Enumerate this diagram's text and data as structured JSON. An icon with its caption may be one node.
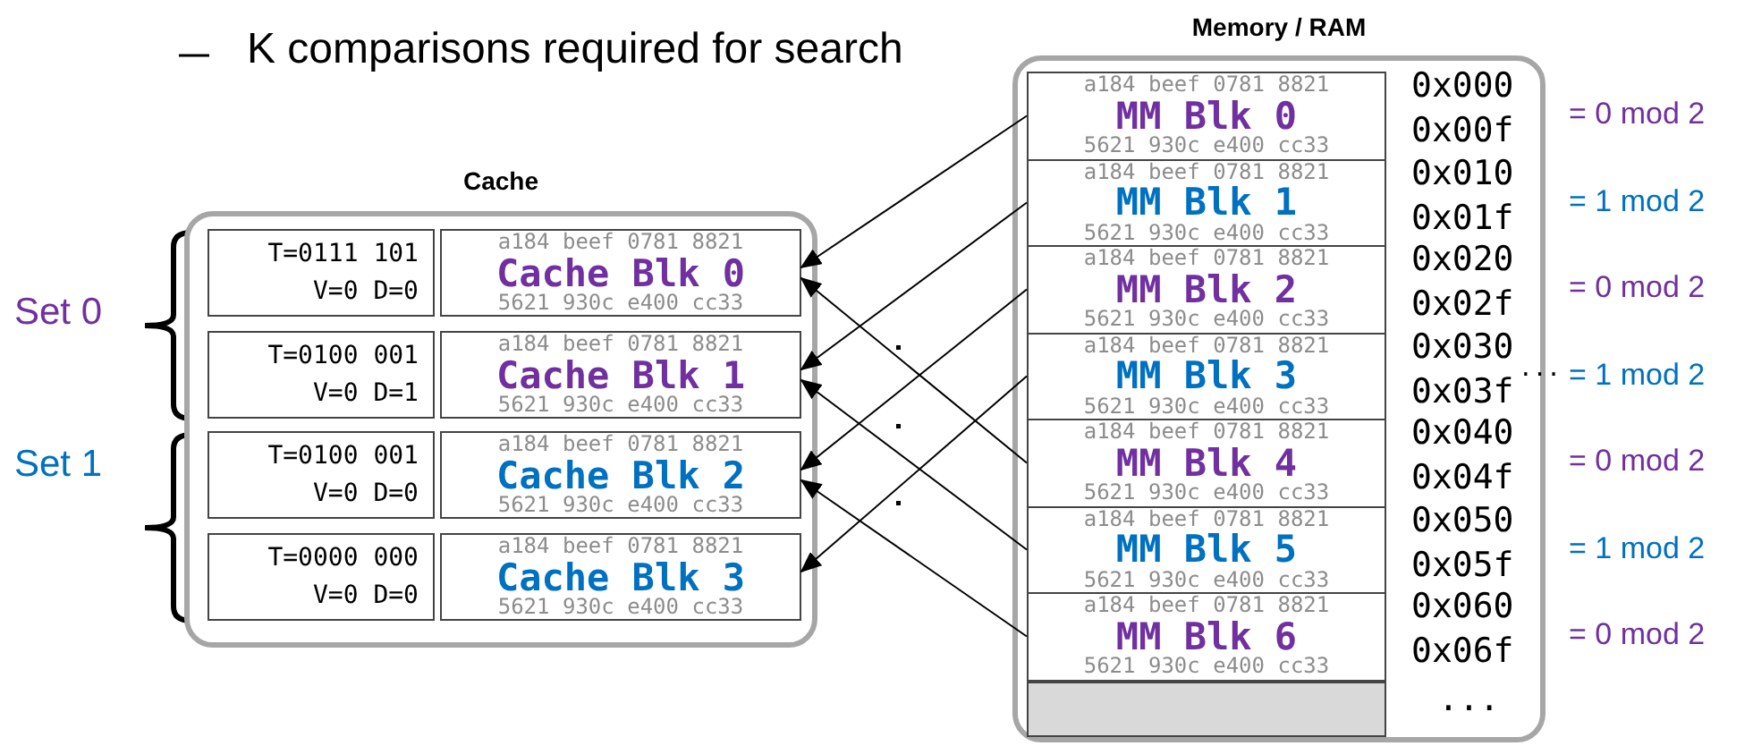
{
  "diagram": {
    "nodes": [
      {
        "text": [
          "Cache"
        ]
      },
      {
        "text": [
          "T=0111 101",
          "V=0 D=0"
        ],
        "in": 0
      },
      {
        "text": [
          "a184 beef 0781 8821",
          "Cache Blk 0",
          "5621 930c e400 cc33"
        ],
        "in": 0
      },
      {
        "text": [
          "T=0100 001",
          "V=0 D=1"
        ],
        "in": 0
      },
      {
        "text": [
          "a184 beef 0781 8821",
          "Cache Blk 1",
          "5621 930c e400 cc33"
        ],
        "in": 0
      },
      {
        "text": [
          "T=0100 001",
          "V=0 D=0"
        ],
        "in": 0
      },
      {
        "text": [
          "a184 beef 0781 8821",
          "Cache Blk 2",
          "5621 930c e400 cc33"
        ],
        "in": 0
      },
      {
        "text": [
          "T=0000 000",
          "V=0 D=0"
        ],
        "in": 0
      },
      {
        "text": [
          "a184 beef 0781 8821",
          "Cache Blk 3",
          "5621 930c e400 cc33"
        ],
        "in": 0
      },
      {
        "text": [
          "Memory / RAM"
        ]
      },
      {
        "text": [
          "a184 beef 0781 8821",
          "MM Blk 0",
          "5621 930c e400 cc33"
        ],
        "in": 9,
        "beside": [
          "0x000",
          "0x00f",
          "= 0 mod 2"
        ]
      },
      {
        "text": [
          "a184 beef 0781 8821",
          "MM Blk 1",
          "5621 930c e400 cc33"
        ],
        "in": 9,
        "beside": [
          "0x010",
          "0x01f",
          "= 1 mod 2"
        ]
      },
      {
        "text": [
          "a184 beef 0781 8821",
          "MM Blk 2",
          "5621 930c e400 cc33"
        ],
        "in": 9,
        "beside": [
          "0x020",
          "0x02f",
          "= 0 mod 2"
        ]
      },
      {
        "text": [
          "a184 beef 0781 8821",
          "MM Blk 3",
          "5621 930c e400 cc33"
        ],
        "in": 9,
        "beside": [
          "0x030",
          "0x03f",
          "= 1 mod 2"
        ]
      },
      {
        "text": [
          "a184 beef 0781 8821",
          "MM Blk 4",
          "5621 930c e400 cc33"
        ],
        "in": 9,
        "beside": [
          "0x040",
          "0x04f",
          "= 0 mod 2"
        ]
      },
      {
        "text": [
          "a184 beef 0781 8821",
          "MM Blk 5",
          "5621 930c e400 cc33"
        ],
        "in": 9,
        "beside": [
          "0x050",
          "0x05f",
          "= 1 mod 2"
        ]
      },
      {
        "text": [
          "a184 beef 0781 8821",
          "MM Blk 6",
          "5621 930c e400 cc33"
        ],
        "in": 9,
        "beside": [
          "0x060",
          "0x06f",
          "= 0 mod 2"
        ]
      },
      {
        "text": [],
        "shape": "box",
        "in": 9
      }
    ],
    "edges": [
      {
        "from": 10,
        "to": 2,
        "arrow": "to"
      },
      {
        "from": 11,
        "to": 4,
        "arrow": "to"
      },
      {
        "from": 12,
        "to": 6,
        "arrow": "to"
      },
      {
        "from": 13,
        "to": 8,
        "arrow": "to"
      },
      {
        "from": 14,
        "to": 2,
        "arrow": "to"
      },
      {
        "from": 15,
        "to": 4,
        "arrow": "to"
      },
      {
        "from": 16,
        "to": 6,
        "arrow": "to"
      }
    ],
    "labels": [
      "K comparisons required for search",
      "Set 0",
      "Set 1",
      "...",
      "..."
    ]
  }
}
